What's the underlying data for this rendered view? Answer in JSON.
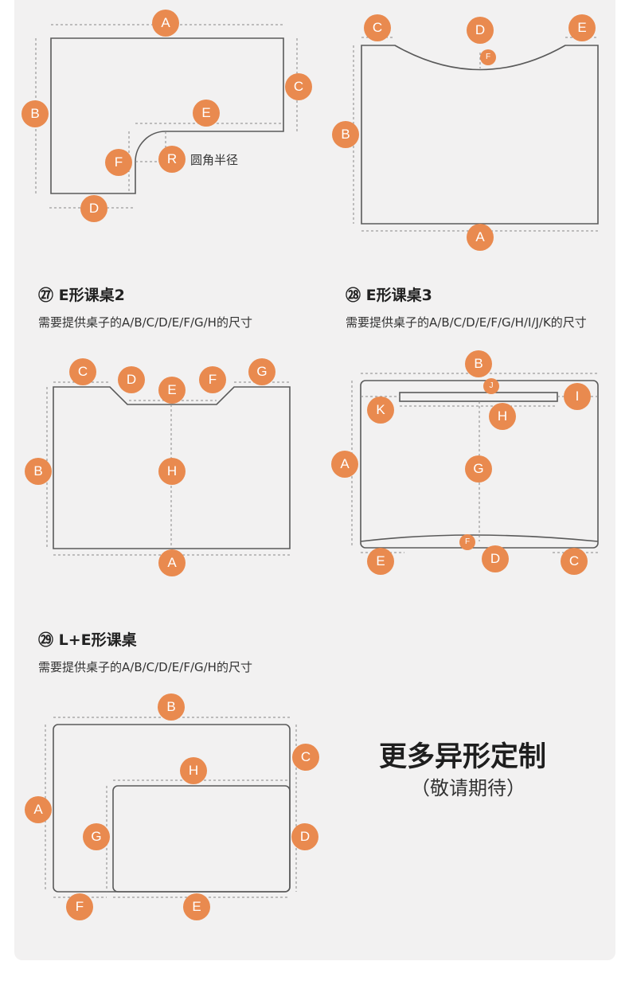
{
  "shapes": {
    "l_shape": {
      "radius_note": "圆角半径"
    },
    "e3": {
      "number": "㉗",
      "title": "E形课桌2",
      "desc": "需要提供桌子的A/B/C/D/E/F/G/H的尺寸"
    },
    "e4": {
      "number": "㉘",
      "title": "E形课桌3",
      "desc": "需要提供桌子的A/B/C/D/E/F/G/H/I/J/K的尺寸"
    },
    "le": {
      "number": "㉙",
      "title": "L+E形课桌",
      "desc": "需要提供桌子的A/B/C/D/E/F/G/H的尺寸"
    }
  },
  "custom": {
    "headline": "更多异形定制",
    "sub": "（敬请期待）"
  },
  "badge_letters": {
    "l_shape": [
      "A",
      "B",
      "C",
      "D",
      "E",
      "F",
      "R"
    ],
    "arc_rect": [
      "C",
      "D",
      "E",
      "F",
      "B",
      "A"
    ],
    "e2": [
      "C",
      "D",
      "E",
      "F",
      "G",
      "B",
      "H",
      "A"
    ],
    "e3": [
      "B",
      "J",
      "I",
      "K",
      "H",
      "A",
      "G",
      "F",
      "E",
      "D",
      "C"
    ],
    "le": [
      "B",
      "C",
      "H",
      "A",
      "G",
      "D",
      "F",
      "E"
    ]
  },
  "colors": {
    "badge": "#e98a4f",
    "panel": "#f2f1f1",
    "line": "#5a5a5a"
  }
}
